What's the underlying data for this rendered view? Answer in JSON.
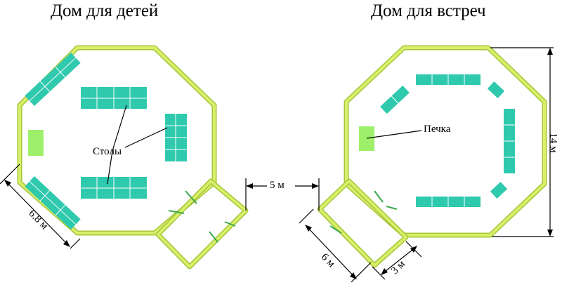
{
  "titles": {
    "children_house": "Дом для детей",
    "meeting_house": "Дом для встреч"
  },
  "labels": {
    "tables": "Столы",
    "stove": "Печка"
  },
  "dimensions": {
    "gap": "5 м",
    "height": "14 м",
    "side": "6.8 м",
    "annex_length": "6 м",
    "annex_width": "3 м"
  },
  "colors": {
    "wall": "#d6f06a",
    "wall_edge": "#a9c43a",
    "table": "#2fc9ae",
    "table_line": "#ffffff",
    "stove": "#9ef06a",
    "grass": "#3aa84a",
    "dimension_line": "#000000"
  }
}
